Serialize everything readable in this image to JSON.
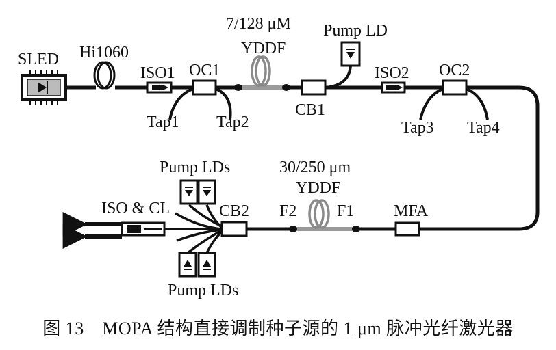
{
  "labels": {
    "sled": "SLED",
    "hi1060": "Hi1060",
    "iso1": "ISO1",
    "oc1": "OC1",
    "concentration": "7/128 μM",
    "yddf1": "YDDF",
    "pump_ld": "Pump LD",
    "iso2": "ISO2",
    "oc2": "OC2",
    "tap1": "Tap1",
    "tap2": "Tap2",
    "cb1": "CB1",
    "tap3": "Tap3",
    "tap4": "Tap4",
    "pump_lds_top": "Pump LDs",
    "core_size": "30/250 μm",
    "yddf2": "YDDF",
    "iso_cl": "ISO & CL",
    "cb2": "CB2",
    "f2": "F2",
    "f1": "F1",
    "mfa": "MFA",
    "pump_lds_bottom": "Pump LDs"
  },
  "caption": "图 13　MOPA 结构直接调制种子源的 1 μm 脉冲光纤激光器"
}
